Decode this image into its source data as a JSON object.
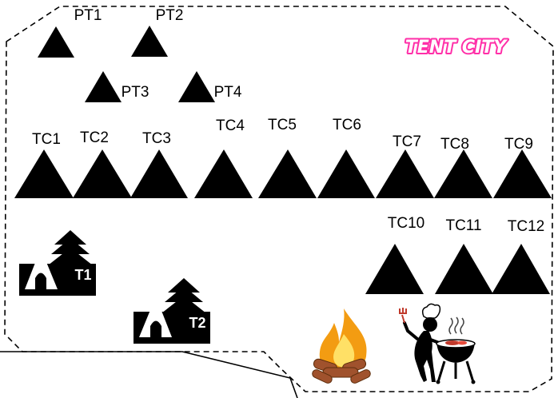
{
  "map": {
    "title": "TENT CITY",
    "colors": {
      "tent": "#000000",
      "boundary": "#000000",
      "title_fill": "#ffffff",
      "title_outline": "#ff2fa8",
      "flame_outer": "#f39c12",
      "flame_inner": "#ffe066",
      "log": "#a0522d"
    },
    "private_tents": [
      {
        "id": "pt1",
        "label": "PT1"
      },
      {
        "id": "pt2",
        "label": "PT2"
      },
      {
        "id": "pt3",
        "label": "PT3"
      },
      {
        "id": "pt4",
        "label": "PT4"
      }
    ],
    "tent_city_sites": [
      {
        "id": "tc1",
        "label": "TC1"
      },
      {
        "id": "tc2",
        "label": "TC2"
      },
      {
        "id": "tc3",
        "label": "TC3"
      },
      {
        "id": "tc4",
        "label": "TC4"
      },
      {
        "id": "tc5",
        "label": "TC5"
      },
      {
        "id": "tc6",
        "label": "TC6"
      },
      {
        "id": "tc7",
        "label": "TC7"
      },
      {
        "id": "tc8",
        "label": "TC8"
      },
      {
        "id": "tc9",
        "label": "TC9"
      },
      {
        "id": "tc10",
        "label": "TC10"
      },
      {
        "id": "tc11",
        "label": "TC11"
      },
      {
        "id": "tc12",
        "label": "TC12"
      }
    ],
    "campsite_icons": [
      {
        "id": "t1",
        "label": "T1"
      },
      {
        "id": "t2",
        "label": "T2"
      }
    ],
    "amenities": {
      "campfire_icon": "campfire-icon",
      "bbq_icon": "bbq-chef-icon"
    }
  }
}
